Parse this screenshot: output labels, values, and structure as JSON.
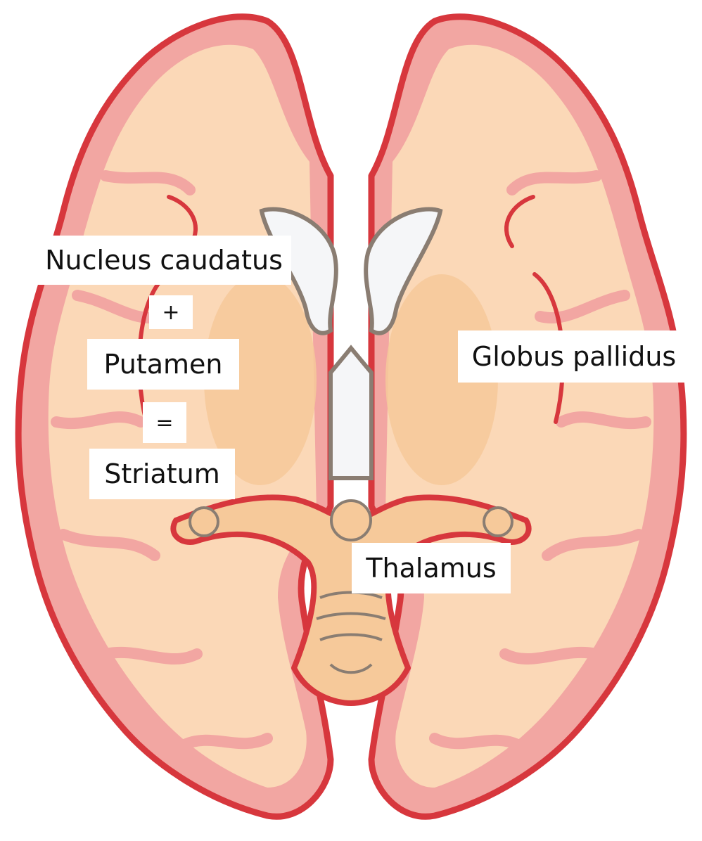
{
  "labels": {
    "nucleus_caudatus": "Nucleus caudatus",
    "plus": "+",
    "putamen": "Putamen",
    "equals": "=",
    "striatum": "Striatum",
    "globus_pallidus": "Globus pallidus",
    "thalamus": "Thalamus"
  },
  "colors": {
    "background": "#ffffff",
    "cortex_outline": "#d7373d",
    "gray_matter": "#f2a6a2",
    "white_matter": "#fbd8b7",
    "deep_nuclei": "#f6c99a",
    "ventricle_fill": "#f5f6f8",
    "ventricle_outline": "#8a7d72",
    "label_text": "#111111"
  }
}
